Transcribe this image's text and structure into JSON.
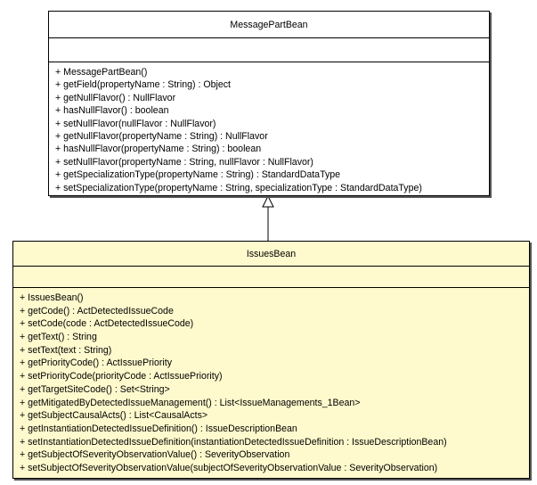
{
  "parent_class": {
    "name": "MessagePartBean",
    "methods": [
      "+ MessagePartBean()",
      "+ getField(propertyName : String) : Object",
      "+ getNullFlavor() : NullFlavor",
      "+ hasNullFlavor() : boolean",
      "+ setNullFlavor(nullFlavor : NullFlavor)",
      "+ getNullFlavor(propertyName : String) : NullFlavor",
      "+ hasNullFlavor(propertyName : String) : boolean",
      "+ setNullFlavor(propertyName : String, nullFlavor : NullFlavor)",
      "+ getSpecializationType(propertyName : String) : StandardDataType",
      "+ setSpecializationType(propertyName : String, specializationType : StandardDataType)"
    ]
  },
  "child_class": {
    "name": "IssuesBean",
    "methods": [
      "+ IssuesBean()",
      "+ getCode() : ActDetectedIssueCode",
      "+ setCode(code : ActDetectedIssueCode)",
      "+ getText() : String",
      "+ setText(text : String)",
      "+ getPriorityCode() : ActIssuePriority",
      "+ setPriorityCode(priorityCode : ActIssuePriority)",
      "+ getTargetSiteCode() : Set<String>",
      "+ getMitigatedByDetectedIssueManagement() : List<IssueManagements_1Bean>",
      "+ getSubjectCausalActs() : List<CausalActs>",
      "+ getInstantiationDetectedIssueDefinition() : IssueDescriptionBean",
      "+ setInstantiationDetectedIssueDefinition(instantiationDetectedIssueDefinition : IssueDescriptionBean)",
      "+ getSubjectOfSeverityObservationValue() : SeverityObservation",
      "+ setSubjectOfSeverityObservationValue(subjectOfSeverityObservationValue : SeverityObservation)"
    ]
  },
  "colors": {
    "child_fill": "#fffacd",
    "parent_fill": "#ffffff"
  }
}
